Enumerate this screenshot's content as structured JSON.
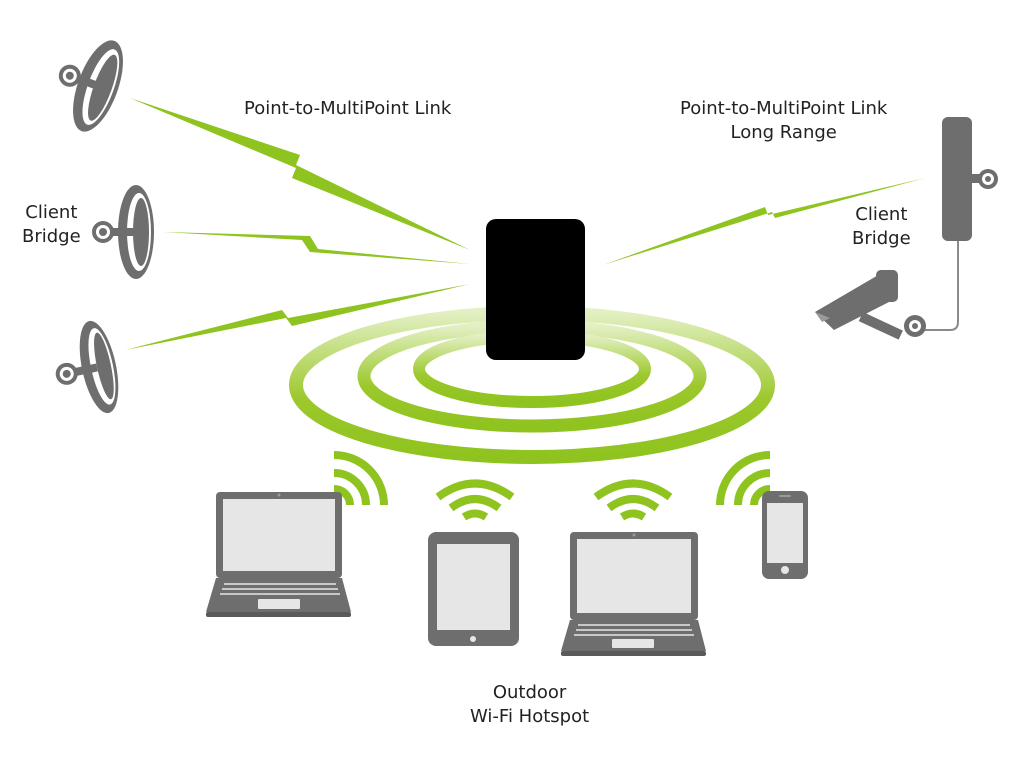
{
  "labels": {
    "ptmp_left": "Point-to-MultiPoint Link",
    "ptmp_right_line1": "Point-to-MultiPoint Link",
    "ptmp_right_line2": "Long Range",
    "client_bridge_left_line1": "Client",
    "client_bridge_left_line2": "Bridge",
    "client_bridge_right_line1": "Client",
    "client_bridge_right_line2": "Bridge",
    "hotspot_line1": "Outdoor",
    "hotspot_line2": "Wi-Fi Hotspot"
  },
  "colors": {
    "signal_green": "#8fc31f",
    "signal_light": "#cfe79a",
    "device_gray": "#6e6e6e",
    "screen_gray": "#e6e6e6",
    "access_point": "#000000",
    "text": "#222222"
  },
  "icons": [
    "dish-antenna-icon",
    "panel-antenna-icon",
    "security-camera-icon",
    "access-point-icon",
    "laptop-icon",
    "tablet-icon",
    "smartphone-icon",
    "wifi-signal-icon"
  ]
}
